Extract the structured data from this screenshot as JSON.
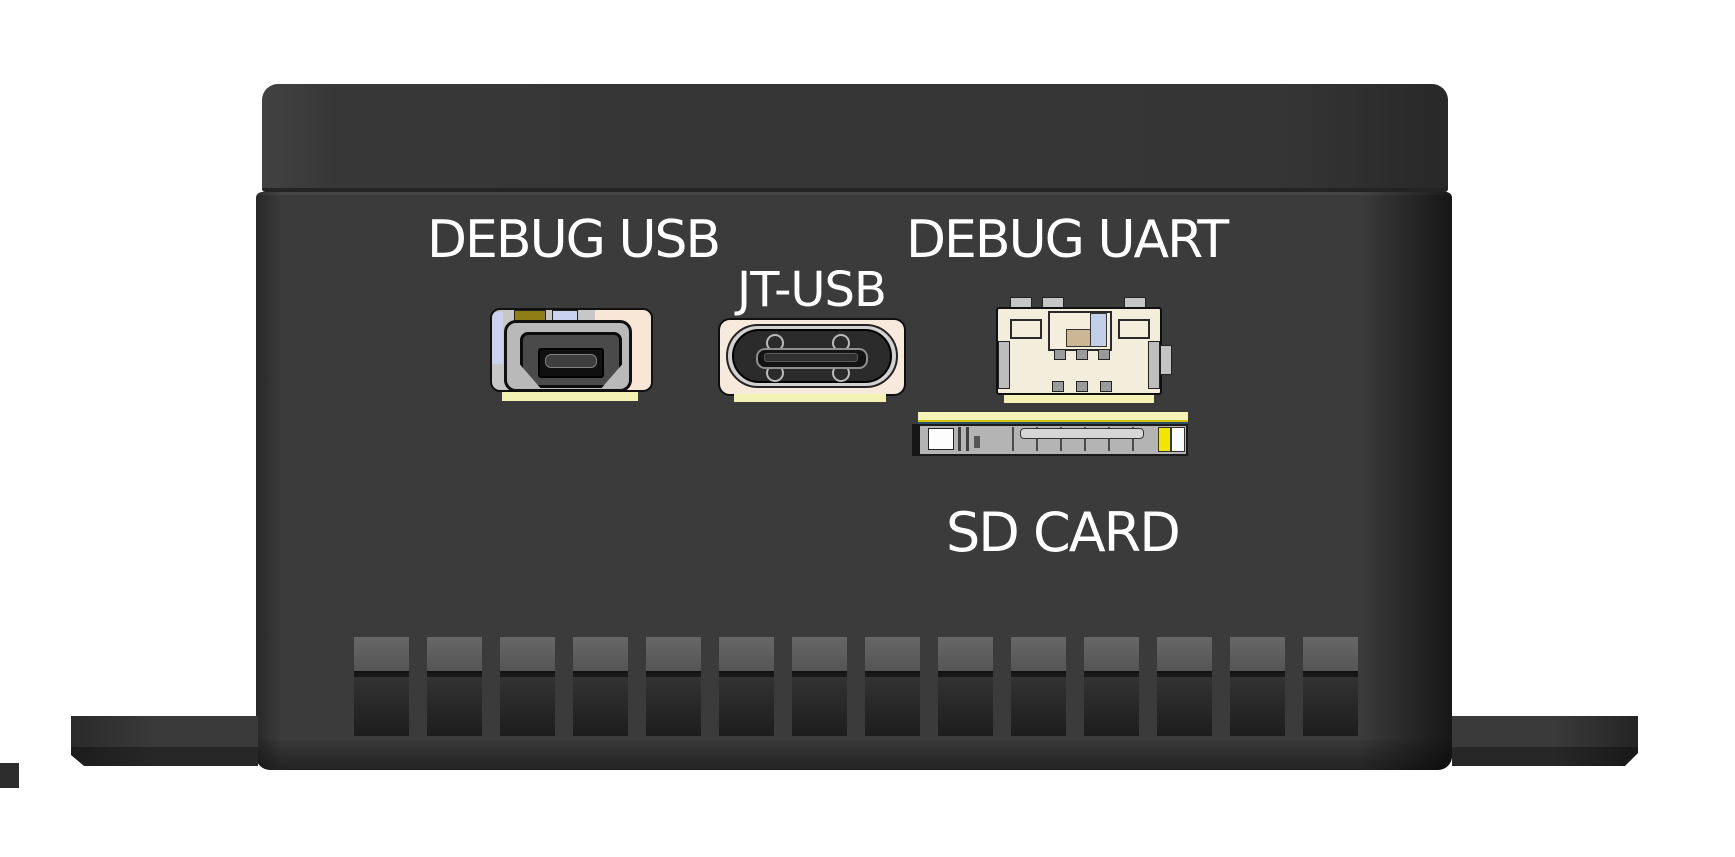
{
  "page": {
    "background_color": "#ffffff"
  },
  "device": {
    "name": "embedded-device-rear-panel",
    "body_color": "#3b3b3b",
    "label_color": "#ffffff",
    "accent_strip_color": "#f4f1b4",
    "vent_slots": 14
  },
  "ports": [
    {
      "id": "debug-usb",
      "label": "DEBUG USB",
      "connector": "mini-usb-connector"
    },
    {
      "id": "jt-usb",
      "label": "JT-USB",
      "connector": "usb-c-connector"
    },
    {
      "id": "debug-uart",
      "label": "DEBUG UART",
      "connector": "uart-header-connector"
    },
    {
      "id": "sd-card",
      "label": "SD CARD",
      "connector": "micro-sd-slot"
    }
  ]
}
